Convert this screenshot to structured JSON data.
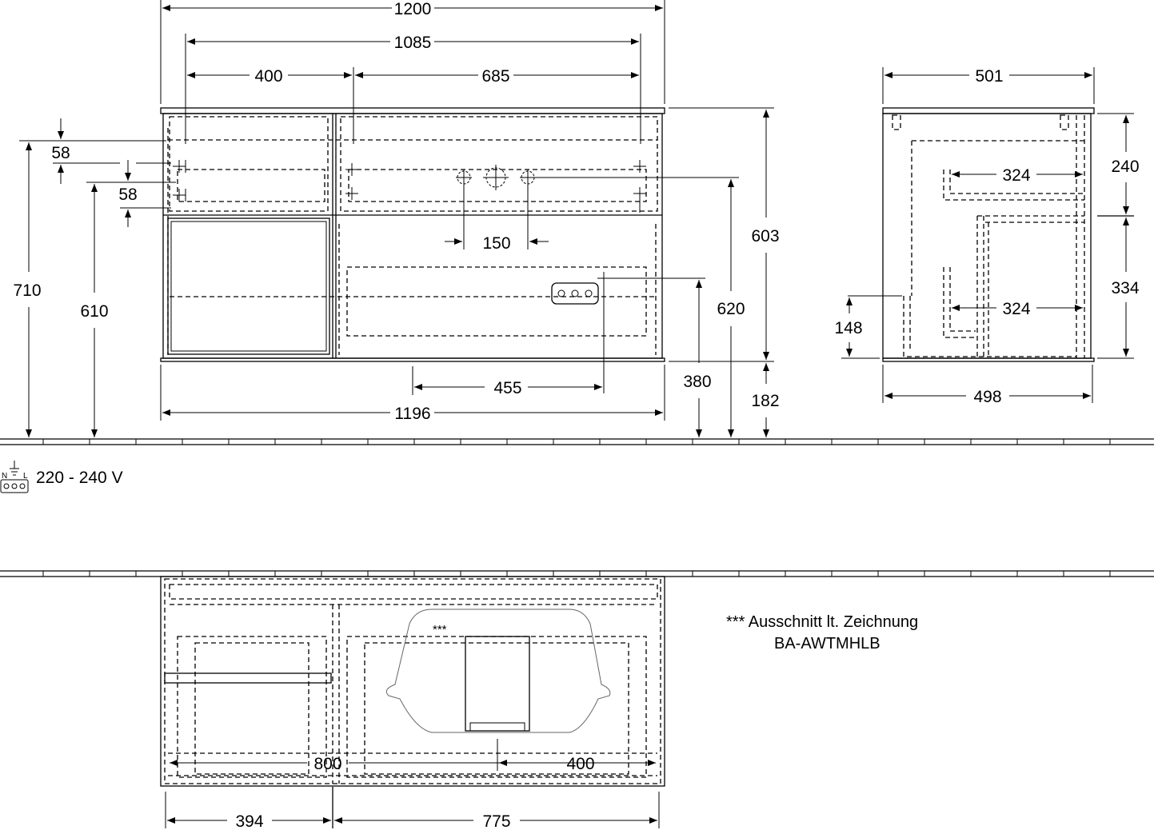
{
  "front_view": {
    "width_total": "1200",
    "width_inner": "1085",
    "left_section": "400",
    "right_section": "685",
    "depth_left_a": "58",
    "depth_left_b": "58",
    "height_total": "710",
    "height_610": "610",
    "tap_spacing": "150",
    "socket_offset": "455",
    "width_1196": "1196",
    "height_603": "603",
    "height_620": "620",
    "height_380": "380",
    "height_182": "182"
  },
  "side_view": {
    "depth_top": "501",
    "drawer_324_a": "324",
    "drawer_324_b": "324",
    "height_240": "240",
    "height_334": "334",
    "height_148": "148",
    "depth_bottom": "498"
  },
  "electrical": {
    "voltage": "220 - 240 V",
    "label_n": "N",
    "label_l": "L"
  },
  "top_view": {
    "asterisks": "***",
    "dim_800": "800",
    "dim_400": "400",
    "dim_394": "394",
    "dim_775": "775"
  },
  "note": {
    "line1": "*** Ausschnitt lt. Zeichnung",
    "line2": "BA-AWTMHLB"
  }
}
